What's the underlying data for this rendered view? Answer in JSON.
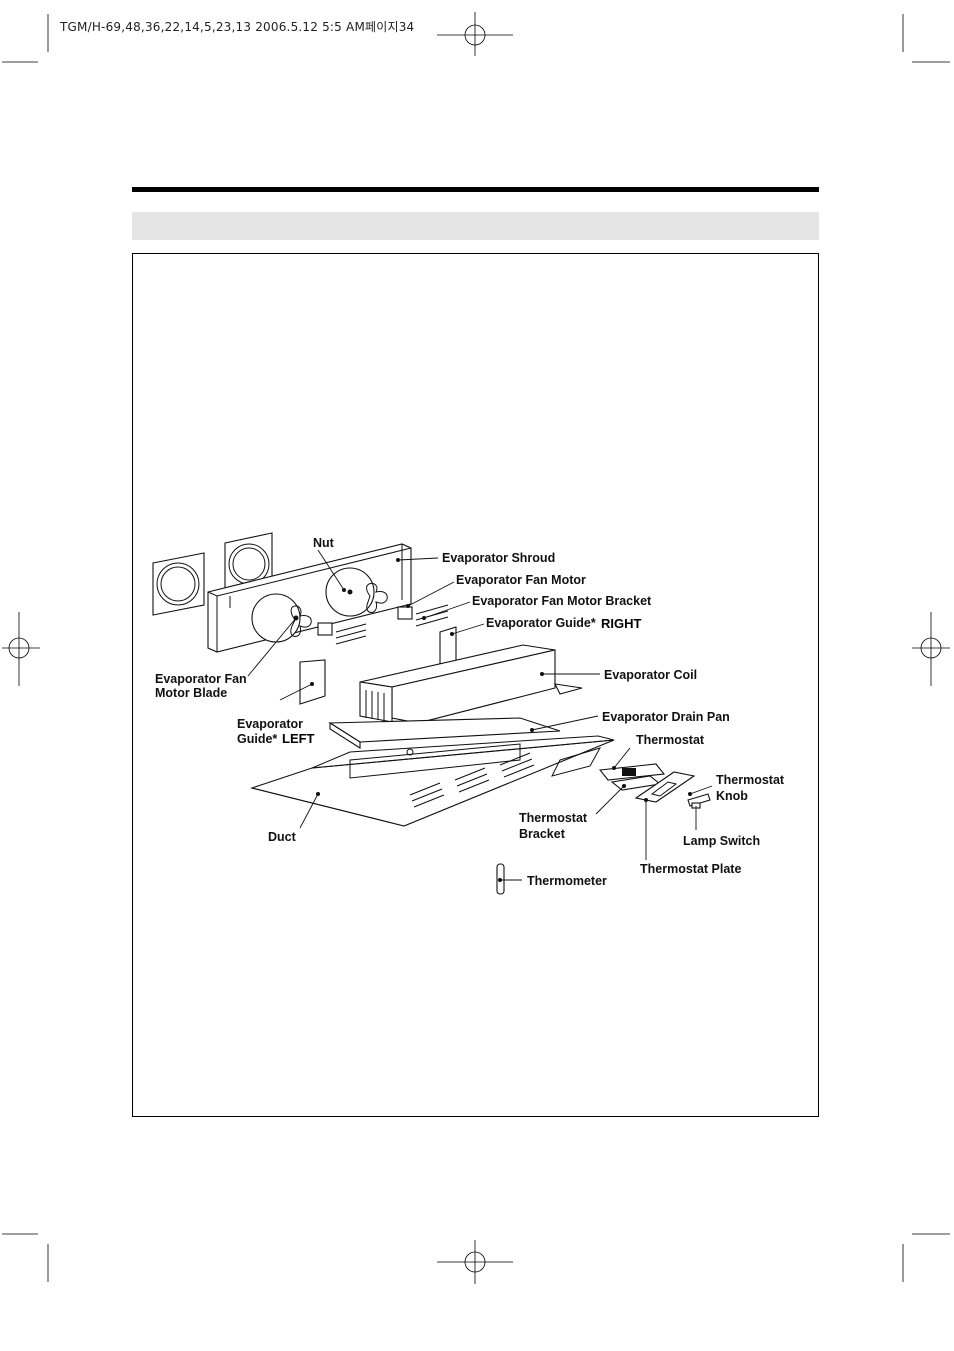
{
  "print_header": "TGM/H-69,48,36,22,14,5,23,13  2006.5.12 5:5 AM페이지34",
  "labels": {
    "nut": "Nut",
    "evaporator_shroud": "Evaporator Shroud",
    "evaporator_fan_motor": "Evaporator Fan Motor",
    "evaporator_fan_motor_bracket": "Evaporator Fan Motor Bracket",
    "evaporator_guide_right_a": "Evaporator Guide*",
    "evaporator_guide_right_b": "RIGHT",
    "evaporator_coil": "Evaporator Coil",
    "evaporator_fan_motor_blade_1": "Evaporator Fan",
    "evaporator_fan_motor_blade_2": "Motor Blade",
    "evaporator_guide_left_1": "Evaporator",
    "evaporator_guide_left_2a": "Guide*",
    "evaporator_guide_left_2b": "LEFT",
    "evaporator_drain_pan": "Evaporator Drain Pan",
    "thermostat": "Thermostat",
    "thermostat_knob_1": "Thermostat",
    "thermostat_knob_2": "Knob",
    "thermostat_bracket_1": "Thermostat",
    "thermostat_bracket_2": "Bracket",
    "duct": "Duct",
    "lamp_switch": "Lamp Switch",
    "thermostat_plate": "Thermostat Plate",
    "thermometer": "Thermometer"
  }
}
